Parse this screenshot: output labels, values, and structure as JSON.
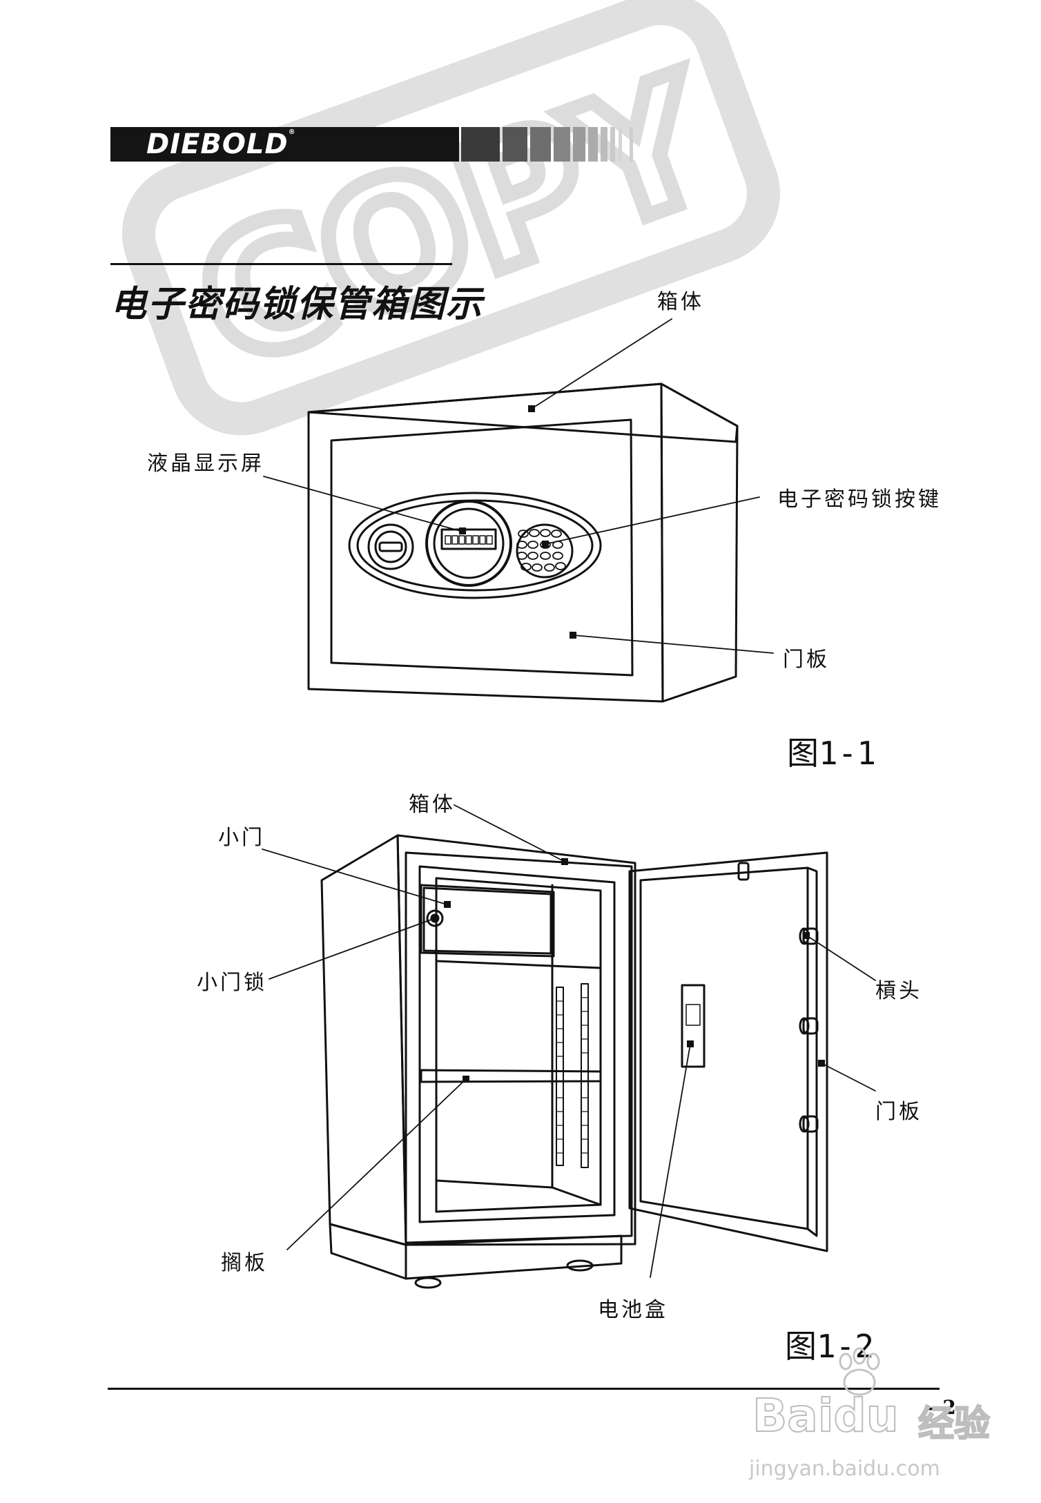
{
  "header": {
    "brand": "DIEBOLD",
    "registered_mark": "®"
  },
  "stamp": {
    "text": "COPY"
  },
  "title": "电子密码锁保管箱图示",
  "figure1": {
    "caption": "图1-1",
    "labels": {
      "cabinet": "箱体",
      "lcd": "液晶显示屏",
      "keypad": "电子密码锁按键",
      "door": "门板"
    }
  },
  "figure2": {
    "caption": "图1-2",
    "labels": {
      "cabinet": "箱体",
      "inner_door": "小门",
      "inner_door_lock": "小门锁",
      "bolt": "槓头",
      "door": "门板",
      "shelf": "搁板",
      "battery_box": "电池盒"
    }
  },
  "footer": {
    "page_number": "- 2"
  },
  "watermark": {
    "brand_left": "Bai",
    "brand_right": "du",
    "sub": "经验",
    "url": "jingyan.baidu.com"
  }
}
